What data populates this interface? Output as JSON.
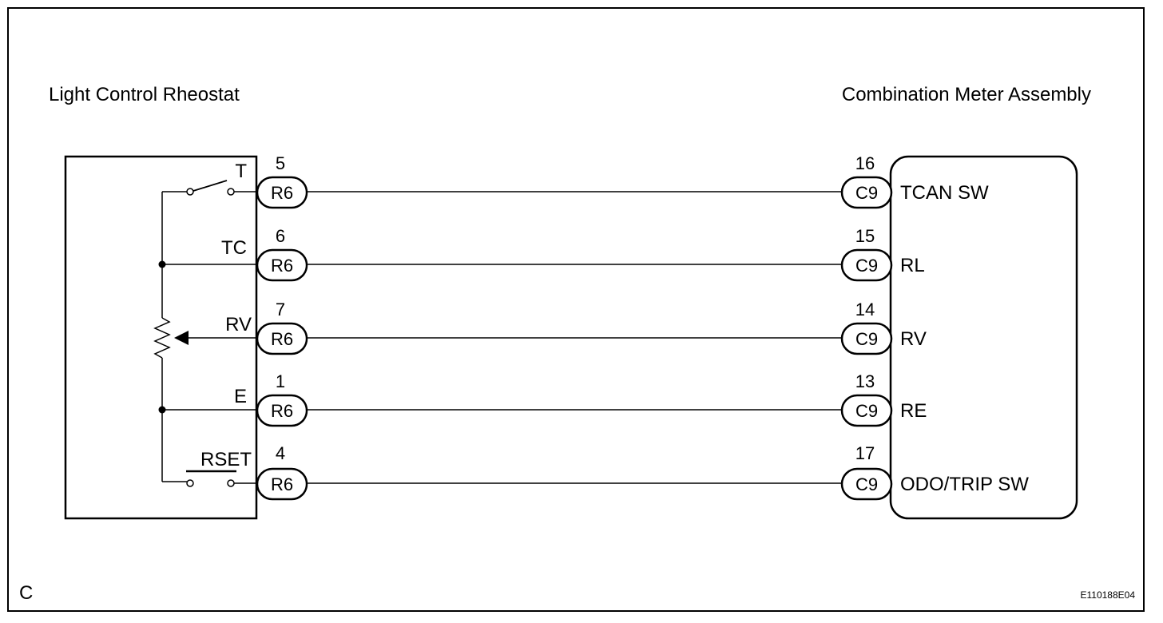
{
  "diagram": {
    "left_component": "Light Control Rheostat",
    "right_component": "Combination Meter Assembly",
    "left_connector": "R6",
    "right_connector": "C9",
    "corner_label": "C",
    "figure_id": "E110188E04",
    "circuits": [
      {
        "left_terminal": "T",
        "left_pin": "5",
        "right_pin": "16",
        "right_terminal": "TCAN SW"
      },
      {
        "left_terminal": "TC",
        "left_pin": "6",
        "right_pin": "15",
        "right_terminal": "RL"
      },
      {
        "left_terminal": "RV",
        "left_pin": "7",
        "right_pin": "14",
        "right_terminal": "RV"
      },
      {
        "left_terminal": "E",
        "left_pin": "1",
        "right_pin": "13",
        "right_terminal": "RE"
      },
      {
        "left_terminal": "RSET",
        "left_pin": "4",
        "right_pin": "17",
        "right_terminal": "ODO/TRIP SW"
      }
    ]
  }
}
